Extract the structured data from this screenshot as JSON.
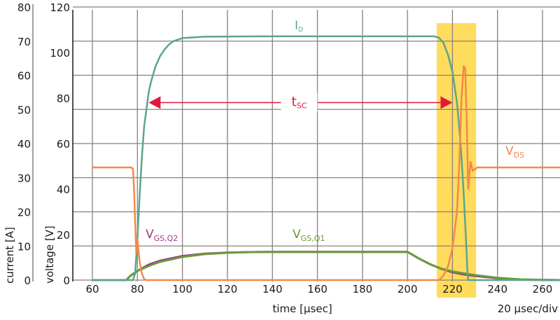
{
  "chart_data": {
    "type": "line",
    "xlabel": "time [µsec]",
    "xlim": [
      52,
      268
    ],
    "x_ticks": [
      60,
      80,
      100,
      120,
      140,
      160,
      180,
      200,
      220,
      240,
      260
    ],
    "y_left_label": "current [A]",
    "y_left_lim": [
      0,
      80
    ],
    "y_left_ticks": [
      0,
      10,
      20,
      30,
      40,
      50,
      60,
      70,
      80
    ],
    "y_right_label": "voltage [V]",
    "y_right_lim": [
      0,
      120
    ],
    "y_right_ticks": [
      0,
      20,
      40,
      60,
      80,
      100,
      120
    ],
    "scale_note": "20 µsec/div",
    "grid": true,
    "highlight_region": [
      213,
      230.5
    ],
    "annotation": {
      "label": "t",
      "sub": "SC",
      "from": 85,
      "to": 220,
      "level_A": 52
    },
    "series": [
      {
        "name": "I",
        "sub": "D",
        "axis": "current",
        "color": "#5aa58e",
        "x": [
          60,
          78,
          79,
          80,
          81,
          82,
          83,
          84,
          85,
          86,
          88,
          90,
          92,
          94,
          96,
          100,
          110,
          140,
          212,
          214,
          216,
          218,
          220,
          222,
          223,
          224,
          225,
          226,
          226.7,
          227,
          268
        ],
        "y": [
          0,
          0,
          2,
          12,
          25,
          36,
          45,
          50,
          55,
          58,
          62.5,
          65.5,
          67.5,
          69,
          70,
          70.9,
          71.3,
          71.4,
          71.4,
          71,
          69.5,
          66,
          61,
          52,
          45,
          36,
          25,
          12,
          2,
          0,
          0
        ]
      },
      {
        "name": "V",
        "sub": "DS",
        "axis": "voltage",
        "color": "#f5884a",
        "x": [
          60,
          77,
          78,
          78.5,
          79,
          79.5,
          80,
          81,
          82,
          83,
          84,
          130,
          214,
          216,
          218,
          220,
          222,
          223,
          224,
          225,
          225.7,
          226.3,
          227,
          228,
          229,
          231,
          268
        ],
        "y": [
          49.5,
          49.5,
          49,
          40,
          25,
          12,
          18,
          8,
          3,
          0.5,
          0,
          0,
          0,
          2,
          6,
          14,
          30,
          50,
          80,
          94,
          93,
          70,
          40,
          52,
          48,
          49.5,
          49.5
        ]
      },
      {
        "name": "V",
        "sub": "GS,Q2",
        "axis": "voltage",
        "color": "#a0368a",
        "x": [
          60,
          75,
          77,
          80,
          85,
          90,
          100,
          110,
          120,
          130,
          140,
          200,
          205,
          210,
          215,
          220,
          225,
          230,
          240,
          250,
          268
        ],
        "y": [
          0,
          0,
          2,
          4,
          6.8,
          8.5,
          10.6,
          11.6,
          12.1,
          12.3,
          12.4,
          12.4,
          9.5,
          7,
          5,
          3.4,
          2.5,
          1.8,
          0.8,
          0.2,
          0
        ]
      },
      {
        "name": "V",
        "sub": "GS,Q1",
        "axis": "voltage",
        "color": "#6a9a3a",
        "x": [
          60,
          75,
          77,
          80,
          85,
          90,
          100,
          110,
          120,
          130,
          140,
          200,
          205,
          210,
          215,
          220,
          225,
          230,
          240,
          250,
          268
        ],
        "y": [
          0,
          0,
          2,
          4,
          6.2,
          8,
          10.2,
          11.4,
          12,
          12.3,
          12.4,
          12.4,
          9.5,
          7,
          5,
          3.8,
          3,
          2.2,
          1,
          0.3,
          0
        ]
      }
    ]
  }
}
